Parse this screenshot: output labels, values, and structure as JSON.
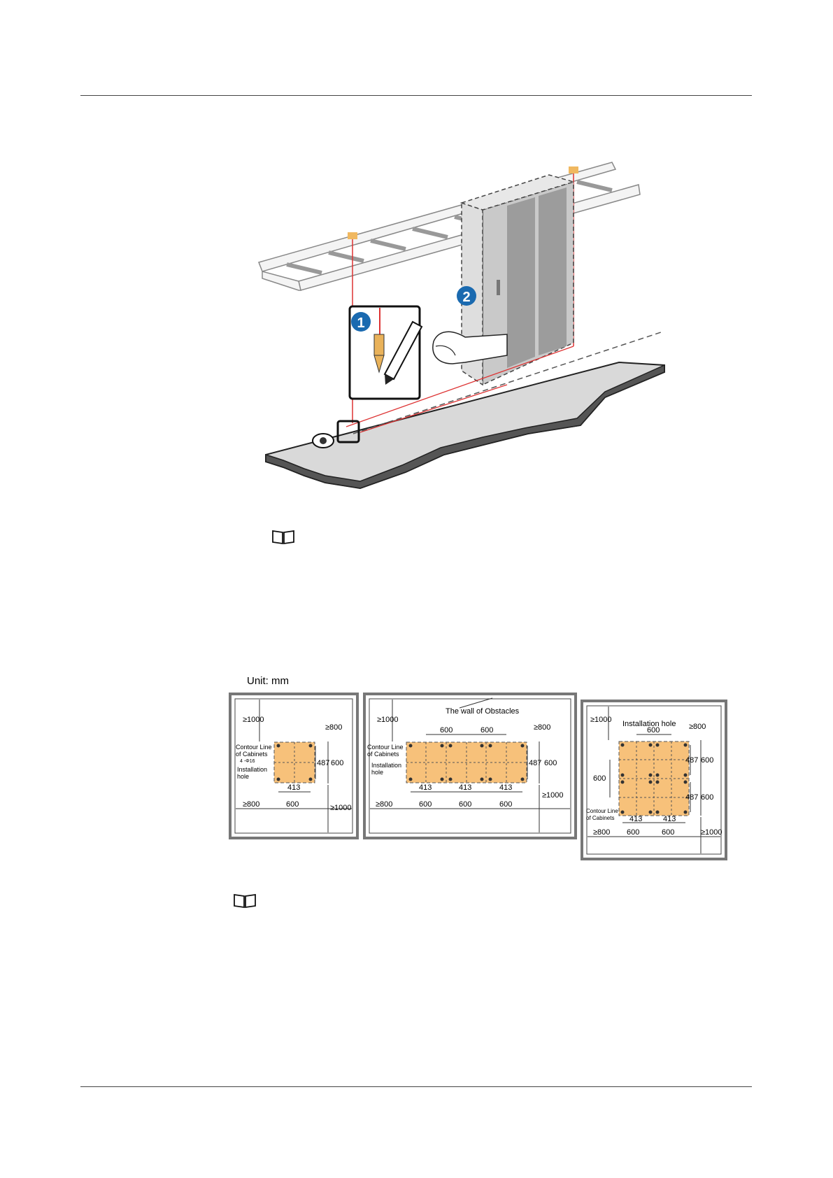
{
  "figure1": {
    "callouts": [
      "1",
      "2"
    ]
  },
  "figure2": {
    "unit_label": "Unit: mm",
    "panel1": {
      "top_clear": "≥1000",
      "right_clear": "≥800",
      "left_clear": "≥800",
      "bottom_clear": "≥1000",
      "contour_label_1": "Contour Line",
      "contour_label_2": "of Cabinets",
      "hole_spec": "4 -Φ16",
      "hole_label_1": "Installation",
      "hole_label_2": "hole",
      "dim_depth_inner": "487",
      "dim_depth_outer": "600",
      "dim_hole_width": "413",
      "dim_width": "600"
    },
    "panel2": {
      "wall_label": "The wall of Obstacles",
      "top_clear": "≥1000",
      "right_clear": "≥800",
      "left_clear": "≥800",
      "bottom_clear": "≥1000",
      "contour_label_1": "Contour Line",
      "contour_label_2": "of Cabinets",
      "hole_label_1": "Installation",
      "hole_label_2": "hole",
      "top_dims": [
        "600",
        "600"
      ],
      "dim_depth_inner": "487",
      "dim_depth_outer": "600",
      "hole_dims": [
        "413",
        "413",
        "413"
      ],
      "width_dims": [
        "600",
        "600",
        "600"
      ]
    },
    "panel3": {
      "top_clear": "≥1000",
      "right_clear": "≥800",
      "left_clear": "≥800",
      "bottom_clear": "≥1000",
      "hole_label": "Installation hole",
      "top_dim": "600",
      "side_dim": "600",
      "contour_label_1": "Contour Line",
      "contour_label_2": "of Cabinets",
      "row1_inner": "487",
      "row1_outer": "600",
      "row2_inner": "487",
      "row2_outer": "600",
      "hole_dims": [
        "413",
        "413"
      ],
      "width_dims": [
        "600",
        "600"
      ]
    }
  }
}
